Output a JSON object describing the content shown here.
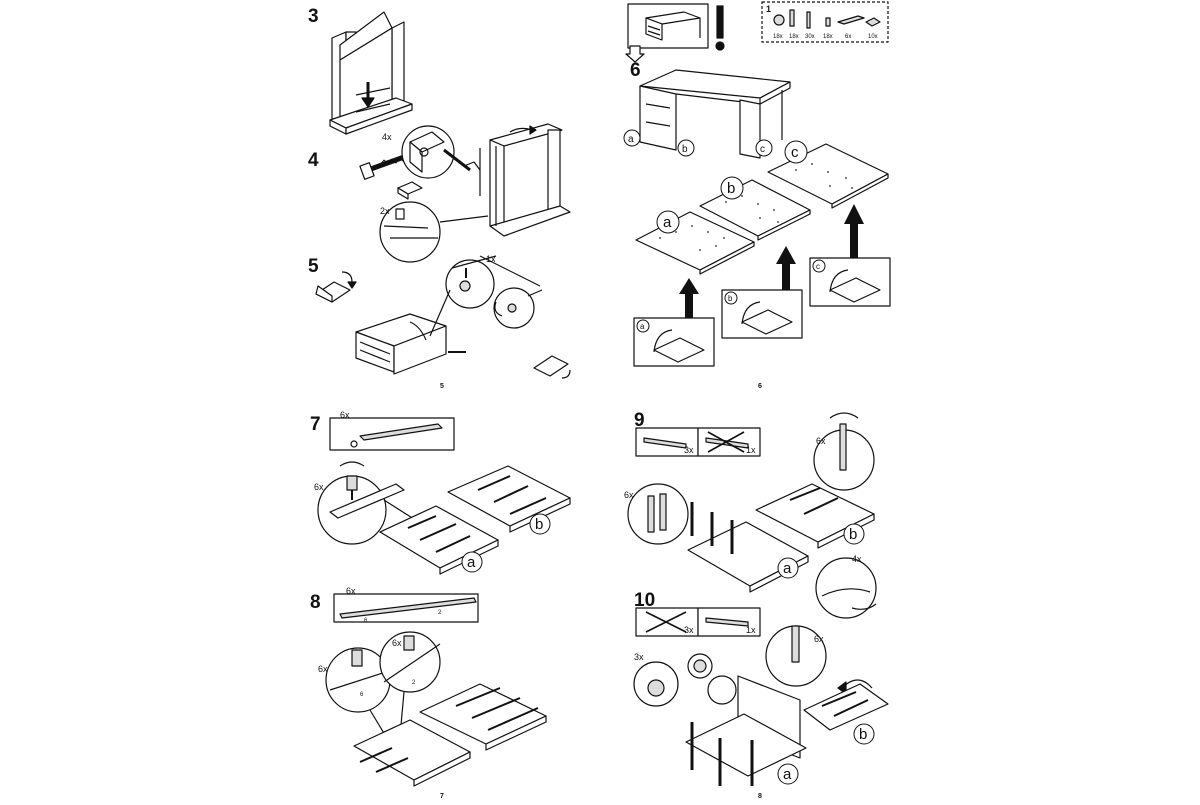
{
  "page_left": {
    "number": "5",
    "steps": [
      {
        "id": "3",
        "label": "3"
      },
      {
        "id": "4",
        "label": "4",
        "counts": [
          "4x",
          "2x"
        ]
      },
      {
        "id": "5",
        "label": "5",
        "counts": [
          "1x"
        ]
      }
    ]
  },
  "page_right": {
    "number": "6",
    "steps": [
      {
        "id": "1",
        "label": "1",
        "parts_counts": [
          "18x",
          "18x",
          "30x",
          "18x",
          "6x",
          "10x"
        ]
      },
      {
        "id": "6",
        "label": "6",
        "exclamation": "!",
        "panels": [
          "a",
          "b",
          "c"
        ]
      }
    ]
  },
  "page_bottom_left": {
    "number": "7",
    "steps": [
      {
        "id": "7",
        "label": "7",
        "counts": [
          "6x",
          "6x"
        ],
        "panels": [
          "a",
          "b"
        ]
      },
      {
        "id": "8",
        "label": "8",
        "counts": [
          "6x",
          "6x",
          "6x"
        ],
        "rail_marks": [
          "6",
          "2"
        ]
      }
    ]
  },
  "page_bottom_right": {
    "number": "8",
    "steps": [
      {
        "id": "9",
        "label": "9",
        "box_counts": [
          "3x",
          "1x"
        ],
        "counts": [
          "6x",
          "6x",
          "4x"
        ],
        "panels": [
          "a",
          "b"
        ]
      },
      {
        "id": "10",
        "label": "10",
        "box_counts": [
          "3x",
          "1x"
        ],
        "counts": [
          "3x",
          "6x"
        ],
        "panels": [
          "a",
          "b"
        ]
      }
    ]
  }
}
